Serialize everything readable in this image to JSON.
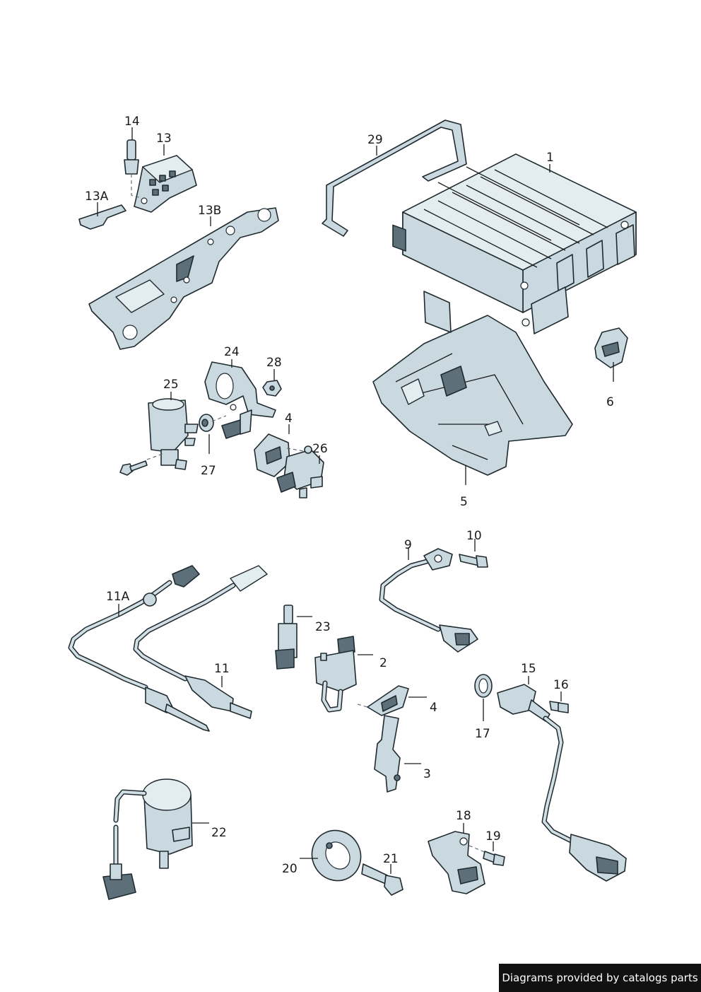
{
  "callouts": {
    "c1": "1",
    "c2": "2",
    "c3": "3",
    "c4a": "4",
    "c4b": "4",
    "c5": "5",
    "c6": "6",
    "c9": "9",
    "c10": "10",
    "c11": "11",
    "c11a": "11A",
    "c13": "13",
    "c13a": "13A",
    "c13b": "13B",
    "c14": "14",
    "c15": "15",
    "c16": "16",
    "c17": "17",
    "c18": "18",
    "c19": "19",
    "c20": "20",
    "c21": "21",
    "c22": "22",
    "c23": "23",
    "c24": "24",
    "c25": "25",
    "c26": "26",
    "c27": "27",
    "c28": "28",
    "c29": "29"
  },
  "footer": {
    "text": "Diagrams provided by catalogs parts"
  },
  "colors": {
    "part_fill": "#c9d9df",
    "outline": "#1f2a30",
    "banner_bg": "#111111",
    "banner_text": "#ffffff"
  }
}
